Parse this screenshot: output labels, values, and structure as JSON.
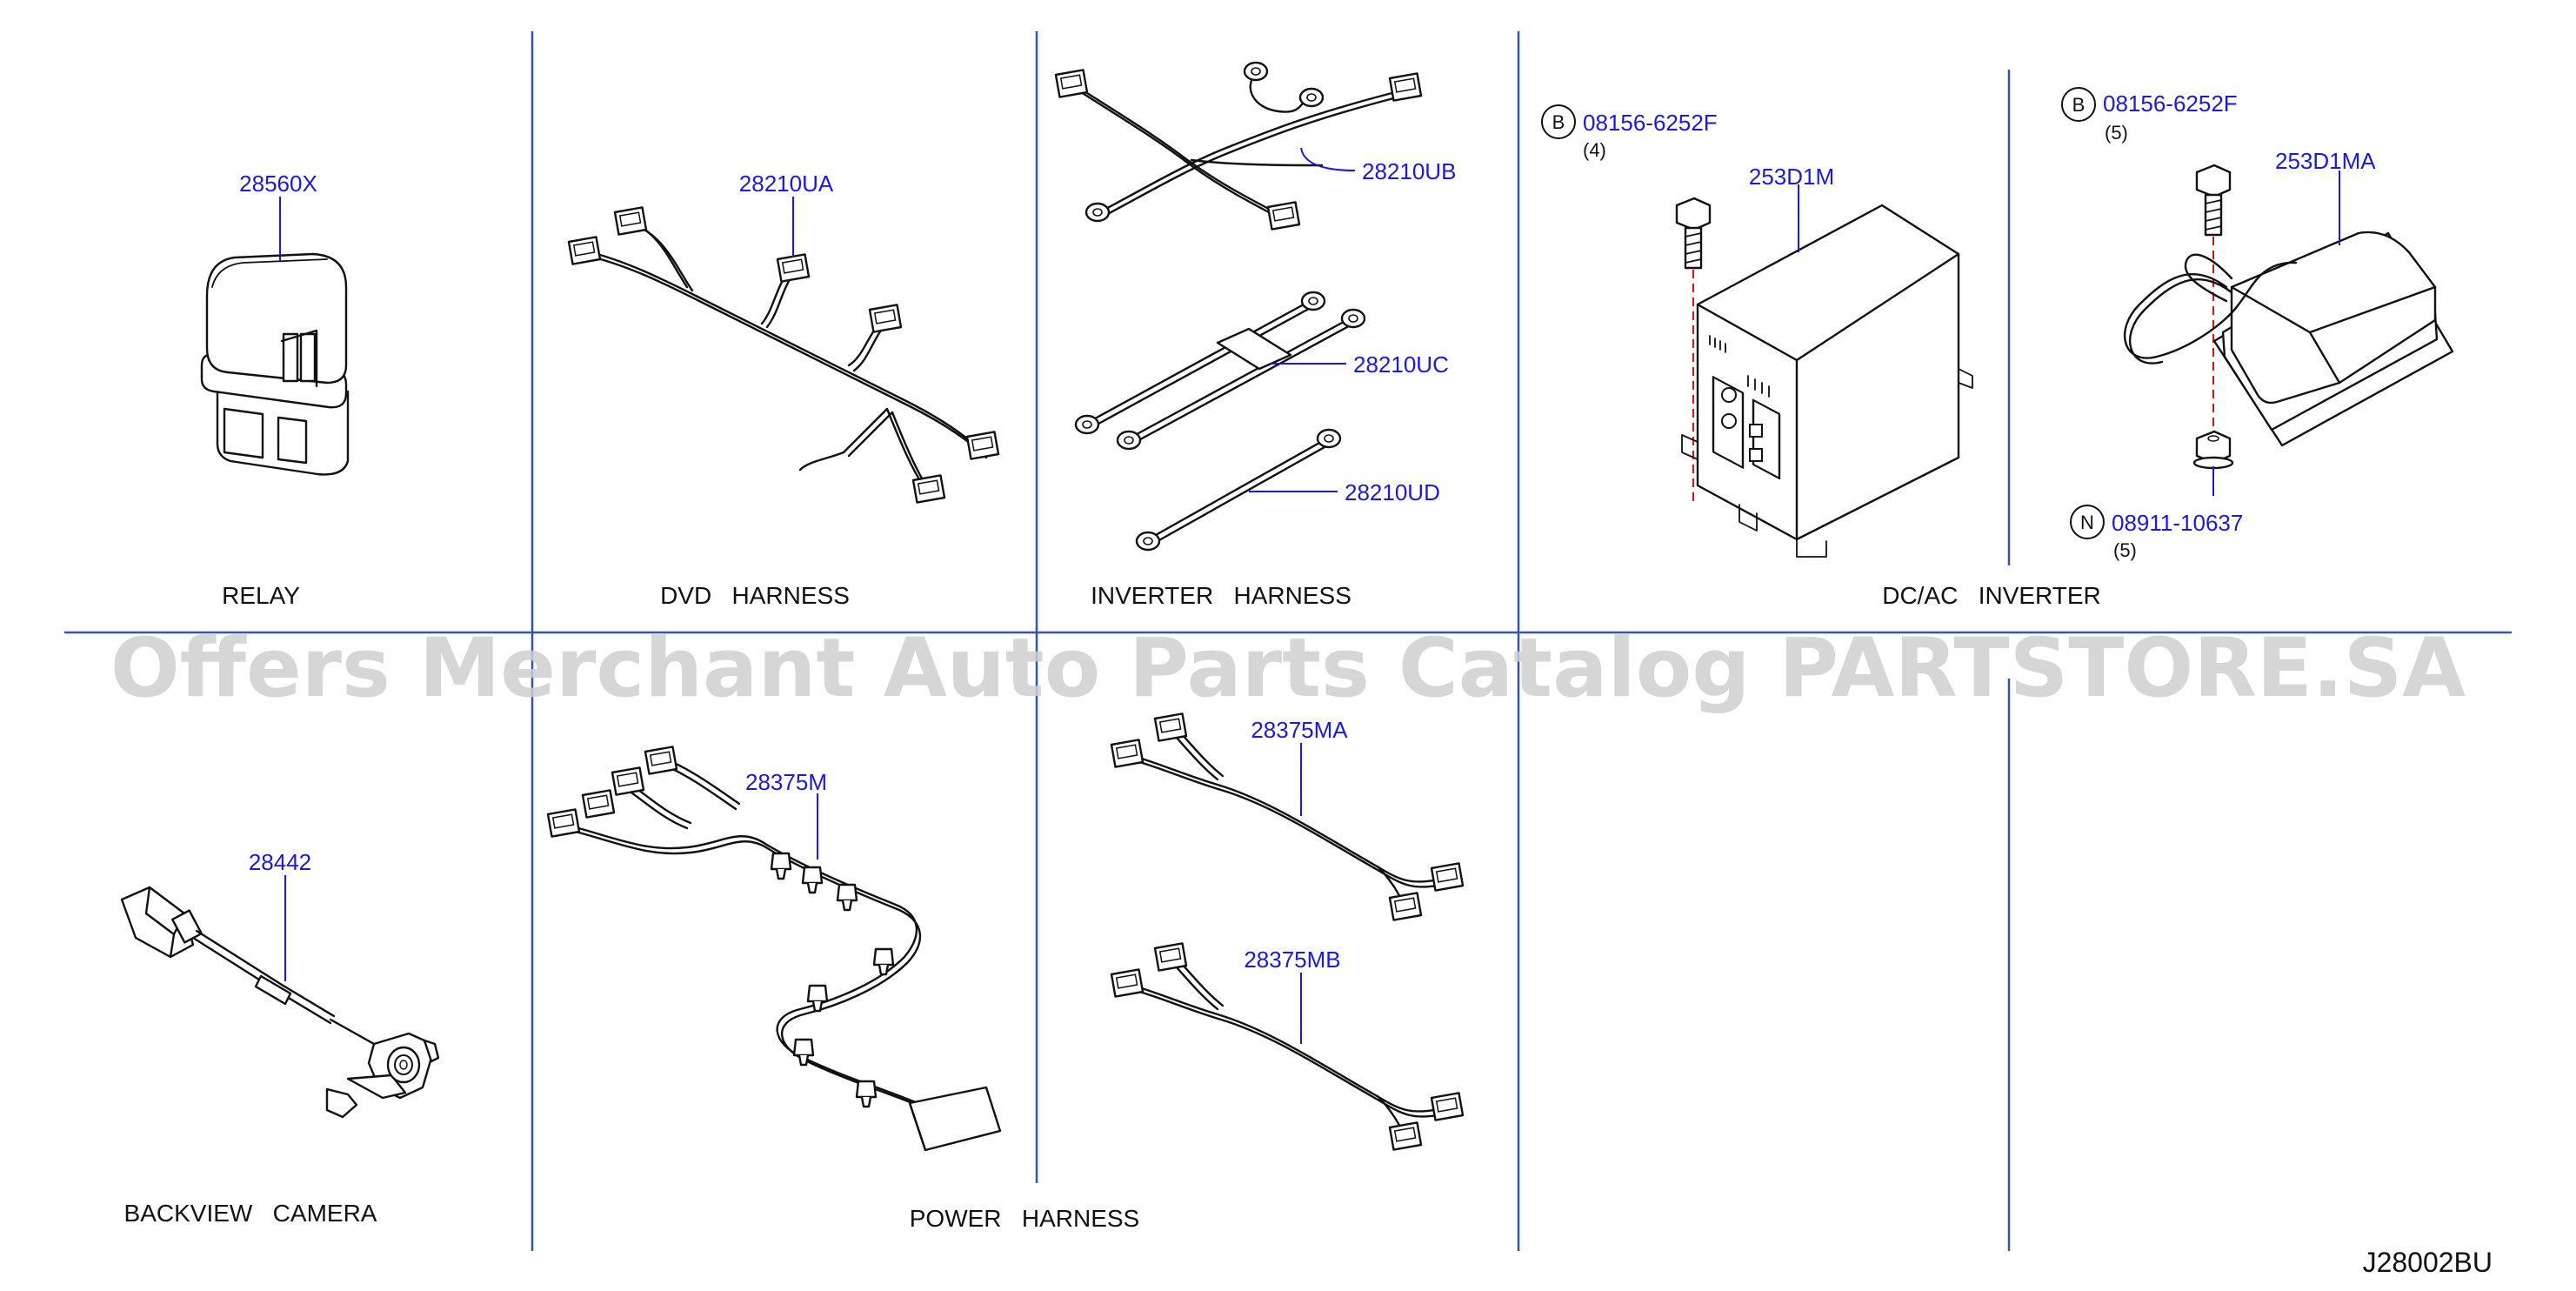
{
  "diagram_code": "J28002BU",
  "watermark": "Offers Merchant Auto Parts Catalog PARTSTORE.SA",
  "sections": {
    "relay": {
      "caption": "RELAY",
      "parts": [
        "28560X"
      ]
    },
    "dvd_harness": {
      "caption": "DVD   HARNESS",
      "parts": [
        "28210UA"
      ]
    },
    "inverter_harness": {
      "caption": "INVERTER   HARNESS",
      "parts": [
        "28210UB",
        "28210UC",
        "28210UD"
      ]
    },
    "dcac_inverter": {
      "caption": "DC/AC   INVERTER",
      "left": {
        "bolt_symbol": "B",
        "bolt_part": "08156-6252F",
        "bolt_qty": "(4)",
        "unit_part": "253D1M"
      },
      "right": {
        "bolt_symbol": "B",
        "bolt_part": "08156-6252F",
        "bolt_qty": "(5)",
        "unit_part": "253D1MA",
        "nut_symbol": "N",
        "nut_part": "08911-10637",
        "nut_qty": "(5)"
      }
    },
    "backview_camera": {
      "caption": "BACKVIEW   CAMERA",
      "parts": [
        "28442"
      ]
    },
    "power_harness": {
      "caption": "POWER   HARNESS",
      "parts": [
        "28375M",
        "28375MA",
        "28375MB"
      ]
    }
  }
}
